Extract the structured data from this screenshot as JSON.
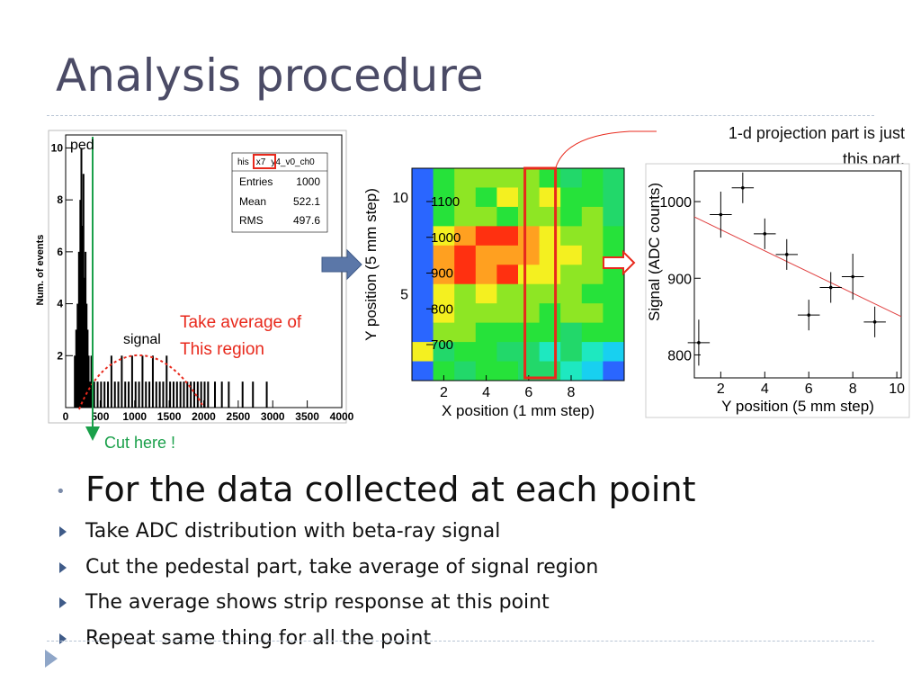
{
  "slide": {
    "title": "Analysis procedure",
    "bullets": {
      "main": "For the data collected at each point",
      "subs": [
        "Take ADC distribution with beta-ray signal",
        "Cut the pedestal part, take average of signal region",
        "The average shows strip response at this point",
        "Repeat same thing for all the point"
      ]
    }
  },
  "annotations": {
    "ped": "ped",
    "signal": "signal",
    "take_average_1": "Take average of",
    "take_average_2": "This region",
    "cut_here": "Cut here !",
    "projection_1": "1-d projection part is just",
    "projection_2": "this part."
  },
  "colors": {
    "title": "#4b4b66",
    "annotation_red": "#e8291c",
    "annotation_green": "#1aa04a",
    "arrow_blue": "#5b77a8",
    "bullet_triangle": "#3f5b88"
  },
  "chart_data": [
    {
      "type": "bar",
      "ylabel": "Num. of events",
      "x_ticks": [
        "0",
        "500",
        "1000",
        "1500",
        "2000",
        "2500",
        "3000",
        "3500",
        "4000"
      ],
      "y_ticks": [
        "2",
        "4",
        "6",
        "8",
        "10"
      ],
      "xlim": [
        0,
        4000
      ],
      "ylim": [
        0,
        10.5
      ],
      "stats": {
        "name_parts": [
          "his",
          "x7",
          "y4_v0_ch0"
        ],
        "rows": [
          {
            "label": "Entries",
            "value": "1000"
          },
          {
            "label": "Mean",
            "value": "522.1"
          },
          {
            "label": "RMS",
            "value": "497.6"
          }
        ]
      },
      "bins": [
        {
          "x": 120,
          "y": 2
        },
        {
          "x": 140,
          "y": 3
        },
        {
          "x": 160,
          "y": 4
        },
        {
          "x": 180,
          "y": 6
        },
        {
          "x": 200,
          "y": 8
        },
        {
          "x": 215,
          "y": 10
        },
        {
          "x": 230,
          "y": 7
        },
        {
          "x": 245,
          "y": 9
        },
        {
          "x": 260,
          "y": 5
        },
        {
          "x": 275,
          "y": 6
        },
        {
          "x": 290,
          "y": 4
        },
        {
          "x": 305,
          "y": 3
        },
        {
          "x": 320,
          "y": 2
        },
        {
          "x": 340,
          "y": 1
        },
        {
          "x": 360,
          "y": 2
        },
        {
          "x": 400,
          "y": 1
        },
        {
          "x": 450,
          "y": 1
        },
        {
          "x": 500,
          "y": 1
        },
        {
          "x": 550,
          "y": 1
        },
        {
          "x": 600,
          "y": 1
        },
        {
          "x": 650,
          "y": 2
        },
        {
          "x": 700,
          "y": 1
        },
        {
          "x": 750,
          "y": 1
        },
        {
          "x": 800,
          "y": 2
        },
        {
          "x": 850,
          "y": 1
        },
        {
          "x": 900,
          "y": 1
        },
        {
          "x": 950,
          "y": 2
        },
        {
          "x": 1000,
          "y": 1
        },
        {
          "x": 1050,
          "y": 1
        },
        {
          "x": 1100,
          "y": 2
        },
        {
          "x": 1150,
          "y": 1
        },
        {
          "x": 1200,
          "y": 1
        },
        {
          "x": 1250,
          "y": 2
        },
        {
          "x": 1300,
          "y": 1
        },
        {
          "x": 1350,
          "y": 1
        },
        {
          "x": 1400,
          "y": 1
        },
        {
          "x": 1450,
          "y": 2
        },
        {
          "x": 1500,
          "y": 1
        },
        {
          "x": 1550,
          "y": 1
        },
        {
          "x": 1600,
          "y": 1
        },
        {
          "x": 1650,
          "y": 1
        },
        {
          "x": 1700,
          "y": 1
        },
        {
          "x": 1750,
          "y": 1
        },
        {
          "x": 1800,
          "y": 1
        },
        {
          "x": 1850,
          "y": 1
        },
        {
          "x": 1900,
          "y": 1
        },
        {
          "x": 1950,
          "y": 1
        },
        {
          "x": 2000,
          "y": 1
        },
        {
          "x": 2050,
          "y": 1
        },
        {
          "x": 2150,
          "y": 1
        },
        {
          "x": 2250,
          "y": 1
        },
        {
          "x": 2350,
          "y": 1
        },
        {
          "x": 2550,
          "y": 1
        },
        {
          "x": 2700,
          "y": 1
        },
        {
          "x": 2900,
          "y": 1
        }
      ]
    },
    {
      "type": "heatmap",
      "xlabel": "X position (1 mm step)",
      "ylabel": "Y position (5 mm step)",
      "x_ticks": [
        "2",
        "4",
        "6",
        "8"
      ],
      "y_ticks": [
        "5",
        "10"
      ],
      "z_ticks": [
        "700",
        "800",
        "900",
        "1000",
        "1100"
      ],
      "colors_scale": [
        "#1a2ee6",
        "#2a66ff",
        "#18d0f0",
        "#1ee8c0",
        "#22d86a",
        "#26e23a",
        "#8ee624",
        "#f4f020",
        "#ffa020",
        "#ff3010"
      ],
      "zlim": [
        650,
        1150
      ],
      "xlim": [
        0.5,
        10.5
      ],
      "ylim": [
        0.5,
        11.5
      ],
      "highlight_column_x": 6.5,
      "values": [
        [
          700,
          900,
          950,
          950,
          980,
          960,
          900,
          880,
          900,
          880
        ],
        [
          700,
          920,
          950,
          900,
          1000,
          960,
          1000,
          900,
          900,
          880
        ],
        [
          700,
          900,
          950,
          960,
          900,
          960,
          960,
          900,
          950,
          880
        ],
        [
          700,
          1000,
          1050,
          1100,
          1150,
          1060,
          1020,
          980,
          960,
          900
        ],
        [
          700,
          1060,
          1100,
          1060,
          1070,
          1060,
          1040,
          1000,
          980,
          900
        ],
        [
          700,
          1060,
          1100,
          1080,
          1100,
          1020,
          1000,
          980,
          960,
          900
        ],
        [
          700,
          1000,
          980,
          1000,
          960,
          950,
          960,
          950,
          940,
          900
        ],
        [
          700,
          1000,
          960,
          960,
          950,
          960,
          900,
          950,
          960,
          900
        ],
        [
          700,
          980,
          950,
          940,
          930,
          900,
          900,
          880,
          900,
          900
        ],
        [
          1000,
          850,
          900,
          900,
          850,
          850,
          820,
          850,
          800,
          750
        ],
        [
          700,
          900,
          850,
          900,
          900,
          860,
          880,
          800,
          780,
          740
        ]
      ]
    },
    {
      "type": "scatter",
      "xlabel": "Y position (5 mm step)",
      "ylabel": "Signal (ADC counts)",
      "x_ticks": [
        "2",
        "4",
        "6",
        "8",
        "10"
      ],
      "y_ticks": [
        "800",
        "900",
        "1000"
      ],
      "xlim": [
        0.8,
        10.2
      ],
      "ylim": [
        770,
        1040
      ],
      "points": [
        {
          "x": 1,
          "y": 816,
          "yerr": 30
        },
        {
          "x": 2,
          "y": 983,
          "yerr": 30
        },
        {
          "x": 3,
          "y": 1018,
          "yerr": 20
        },
        {
          "x": 4,
          "y": 958,
          "yerr": 20
        },
        {
          "x": 5,
          "y": 931,
          "yerr": 20
        },
        {
          "x": 6,
          "y": 852,
          "yerr": 20
        },
        {
          "x": 7,
          "y": 888,
          "yerr": 20
        },
        {
          "x": 8,
          "y": 902,
          "yerr": 30
        },
        {
          "x": 9,
          "y": 843,
          "yerr": 20
        }
      ],
      "fit_line": {
        "x": [
          0.8,
          10.2
        ],
        "y": [
          980,
          850
        ]
      }
    }
  ]
}
